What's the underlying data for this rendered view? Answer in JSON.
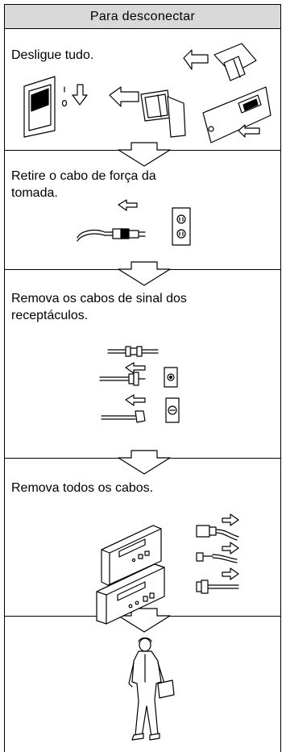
{
  "title": "Para desconectar",
  "steps": [
    {
      "text": "Desligue tudo."
    },
    {
      "text": "Retire o cabo de força da tomada.",
      "line1": "Retire o cabo de força da",
      "line2": " tomada."
    },
    {
      "text": "Remova os cabos de sinal dos receptáculos.",
      "line1": "Remova os cabos de sinal dos",
      "line2": "receptáculos."
    },
    {
      "text": "Remova todos os cabos."
    }
  ],
  "icons": [
    "power-switch-icon",
    "pull-arrow-icon",
    "power-plug-icon",
    "wall-outlet-icon",
    "signal-cable-icon",
    "coax-jack-icon",
    "phone-jack-icon",
    "device-stack-icon",
    "person-walking-icon",
    "down-arrow-icon"
  ]
}
